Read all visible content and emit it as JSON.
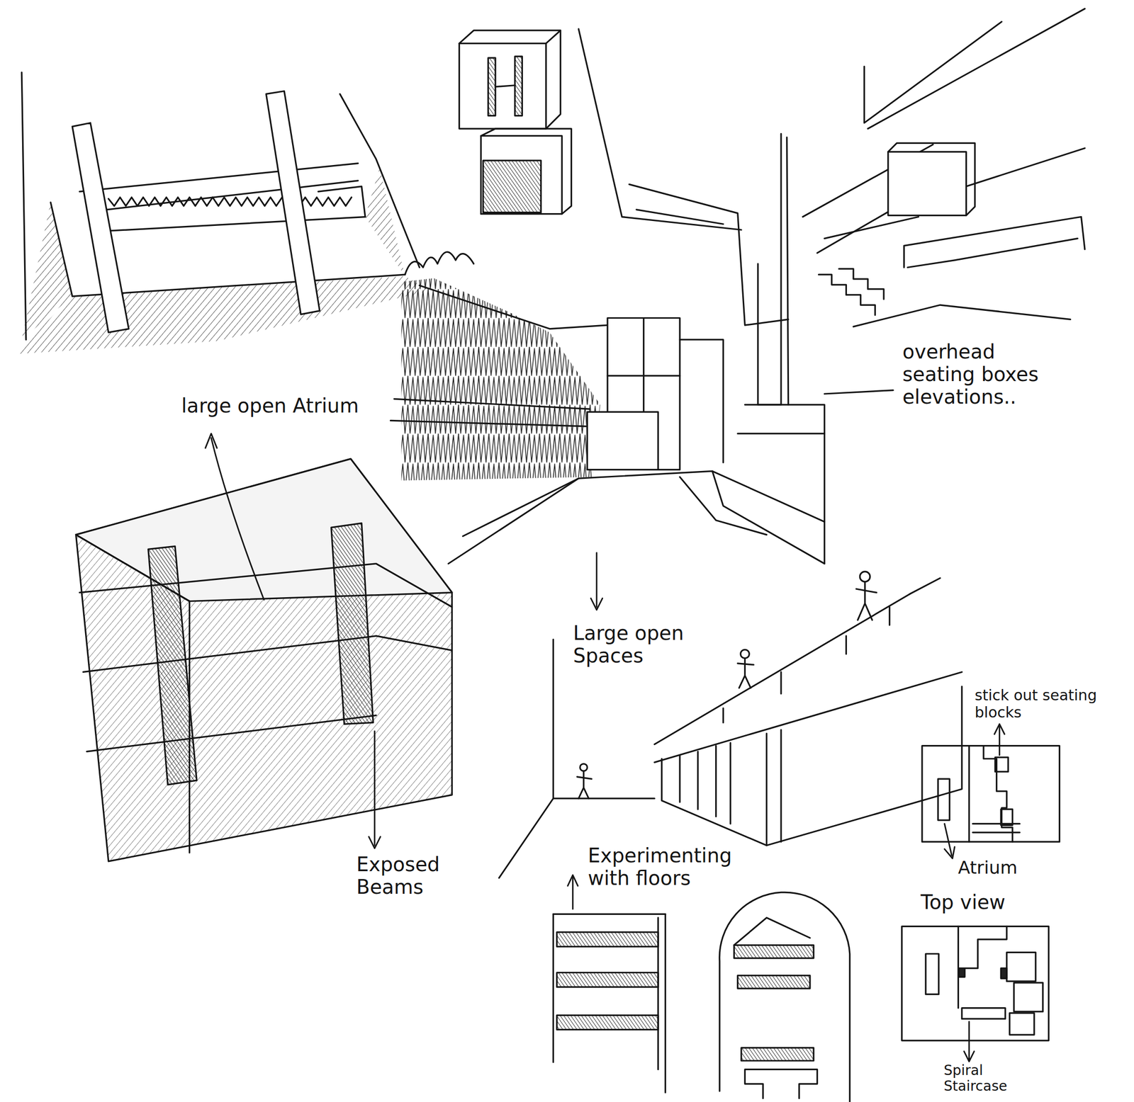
{
  "diagram": {
    "labels": [
      "large open Atrium",
      "Exposed Beams",
      "overhead seating boxes elevations..",
      "Large open Spaces",
      "stick out seating blocks",
      "Atrium",
      "Experimenting with floors",
      "Top view",
      "Spiral Staircase"
    ]
  }
}
